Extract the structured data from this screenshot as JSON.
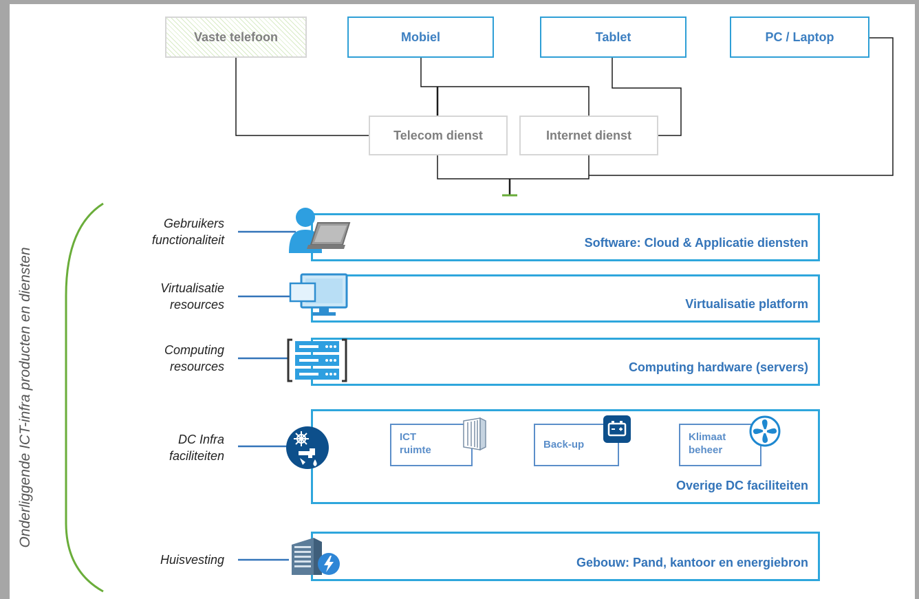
{
  "devices": [
    {
      "label": "Vaste telefoon"
    },
    {
      "label": "Mobiel"
    },
    {
      "label": "Tablet"
    },
    {
      "label": "PC / Laptop"
    }
  ],
  "services": [
    {
      "label": "Telecom dienst"
    },
    {
      "label": "Internet dienst"
    }
  ],
  "side_title": "Onderliggende ICT-infra producten en diensten",
  "layers": [
    {
      "label_line1": "Gebruikers",
      "label_line2": "functionaliteit",
      "title": "Software: Cloud & Applicatie diensten",
      "icon": "user-laptop-icon"
    },
    {
      "label_line1": "Virtualisatie",
      "label_line2": "resources",
      "title": "Virtualisatie platform",
      "icon": "monitor-icon"
    },
    {
      "label_line1": "Computing",
      "label_line2": "resources",
      "title": "Computing hardware (servers)",
      "icon": "server-rack-icon"
    },
    {
      "label_line1": "DC Infra",
      "label_line2": "faciliteiten",
      "title": "Overige DC faciliteiten",
      "icon": "cooling-water-icon"
    },
    {
      "label_line1": "Huisvesting",
      "title": "Gebouw: Pand, kantoor en energiebron",
      "icon": "building-power-icon"
    }
  ],
  "dc_facilities": [
    {
      "line1": "ICT",
      "line2": "ruimte",
      "icon": "rack-door-icon"
    },
    {
      "line1": "Back-up",
      "icon": "battery-icon"
    },
    {
      "line1": "Klimaat",
      "line2": "beheer",
      "icon": "fan-icon"
    }
  ],
  "colors": {
    "layer_border": "#2ea6dc",
    "layer_text": "#3374b9",
    "device_border": "#2e9fd6",
    "service_border": "#d6d6d6",
    "bracket": "#6aad3a",
    "frame": "#a6a6a6"
  }
}
